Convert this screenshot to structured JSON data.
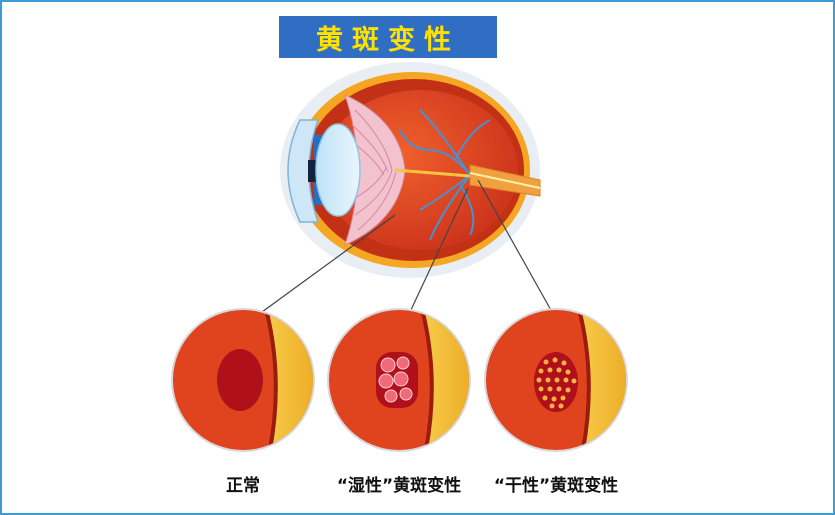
{
  "title": "黄斑变性",
  "panels": [
    {
      "id": "normal",
      "label": "正常"
    },
    {
      "id": "wet",
      "label": "“湿性”黄斑变性"
    },
    {
      "id": "dry",
      "label": "“干性”黄斑变性"
    }
  ],
  "colors": {
    "frame": "#3f9ad8",
    "banner": "#2f6ec3",
    "title_text": "#ffe100",
    "retina_red": "#e0441f",
    "sclera_yellow": "#f2b52a",
    "lesion_dark": "#b0101a",
    "vessel_blue": "#4a90d0",
    "optic_nerve": "#f0a040"
  }
}
